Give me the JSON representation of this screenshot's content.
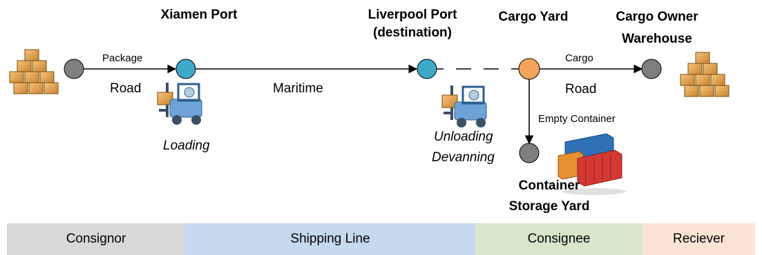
{
  "nodes": {
    "xiamen_port": "Xiamen Port",
    "liverpool_port_line1": "Liverpool Port",
    "liverpool_port_line2": "(destination)",
    "cargo_yard": "Cargo Yard",
    "cargo_owner_line1": "Cargo Owner",
    "cargo_owner_line2": "Warehouse",
    "container_storage_line1": "Container",
    "container_storage_line2": "Storage Yard"
  },
  "edges": {
    "package": "Package",
    "road_left": "Road",
    "maritime": "Maritime",
    "cargo": "Cargo",
    "road_right": "Road",
    "empty_container": "Empty Container"
  },
  "activities": {
    "loading": "Loading",
    "unloading": "Unloading",
    "devanning": "Devanning"
  },
  "parties": [
    {
      "label": "Consignor",
      "color": "#d9d9d9"
    },
    {
      "label": "Shipping Line",
      "color": "#c5d9ef"
    },
    {
      "label": "Consignee",
      "color": "#d8e7cc"
    },
    {
      "label": "Reciever",
      "color": "#fbe4d5"
    }
  ],
  "colors": {
    "gray_node": "#7f7f7f",
    "port_node": "#3fa9c9",
    "cargo_yard_node": "#f4a35a",
    "box": "#e9a64a"
  }
}
